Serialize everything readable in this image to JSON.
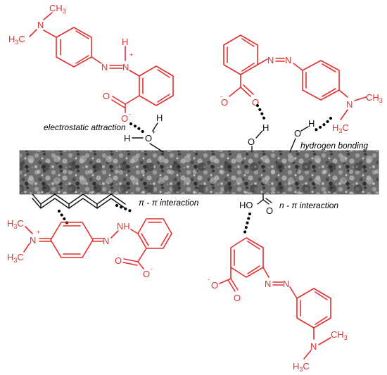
{
  "colors": {
    "dye": "#e0302f",
    "surface": "#555555",
    "text": "#000000"
  },
  "interactions": {
    "electrostatic": "electrostatic attraction",
    "hydrogen": "hydrogen bonding",
    "pi_pi": "π - π interaction",
    "n_pi": "n - π interaction"
  },
  "atoms": {
    "N": "N",
    "O": "O",
    "H": "H",
    "NH": "NH",
    "HO": "HO",
    "CH3_H": "H",
    "CH3_C": "C",
    "CH3_3": "3",
    "CH3_full": "CH",
    "plus": "+",
    "minus": "-",
    "H3": "3"
  }
}
